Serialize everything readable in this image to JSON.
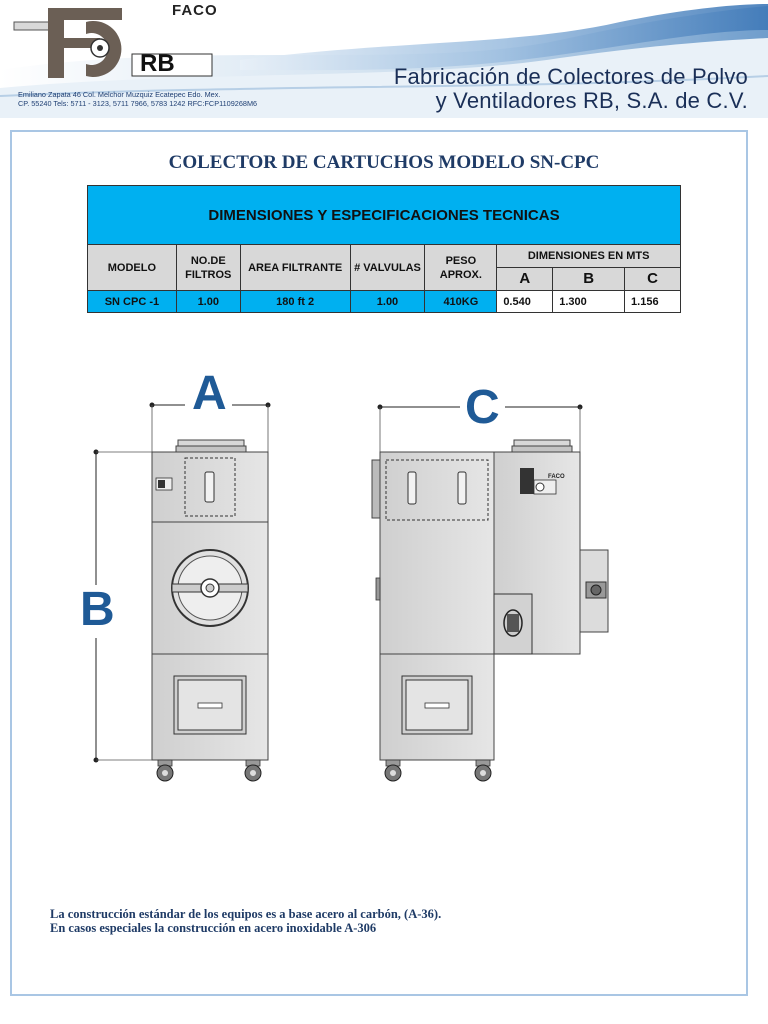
{
  "header": {
    "logo_text": "FACO",
    "logo_sub": "RB",
    "address_line1": "Emiliano Zapata 46   Col. Melchor Muzquiz   Ecatepec Edo. Mex.",
    "address_line2": "CP. 55240  Tels: 5711 - 3123, 5711 7966, 5783 1242   RFC:FCP1109268M6",
    "company_line1": "Fabricación de Colectores de Polvo",
    "company_line2": "y Ventiladores RB, S.A. de C.V."
  },
  "title": "COLECTOR DE CARTUCHOS MODELO SN-CPC",
  "table": {
    "band_title": "DIMENSIONES Y ESPECIFICACIONES TECNICAS",
    "headers": {
      "modelo": "MODELO",
      "filtros": "NO.DE FILTROS",
      "area": "AREA FILTRANTE",
      "valvulas": "# VALVULAS",
      "peso": "PESO APROX.",
      "dimensiones": "DIMENSIONES EN MTS",
      "a": "A",
      "b": "B",
      "c": "C"
    },
    "row": {
      "modelo": "SN CPC -1",
      "filtros": "1.00",
      "area": "180 ft 2",
      "valvulas": "1.00",
      "peso": "410KG",
      "a": "0.540",
      "b": "1.300",
      "c": "1.156"
    }
  },
  "drawing": {
    "label_a": "A",
    "label_b": "B",
    "label_c": "C",
    "machine_logo": "FACO"
  },
  "note": {
    "line1": "La construcción estándar de los equipos es a base acero al carbón, (A-36).",
    "line2": "En casos especiales la construcción en acero inoxidable A-306"
  },
  "colors": {
    "band": "#00b0f0",
    "title": "#1f3b66",
    "dimension_labels": "#1f5a96"
  }
}
